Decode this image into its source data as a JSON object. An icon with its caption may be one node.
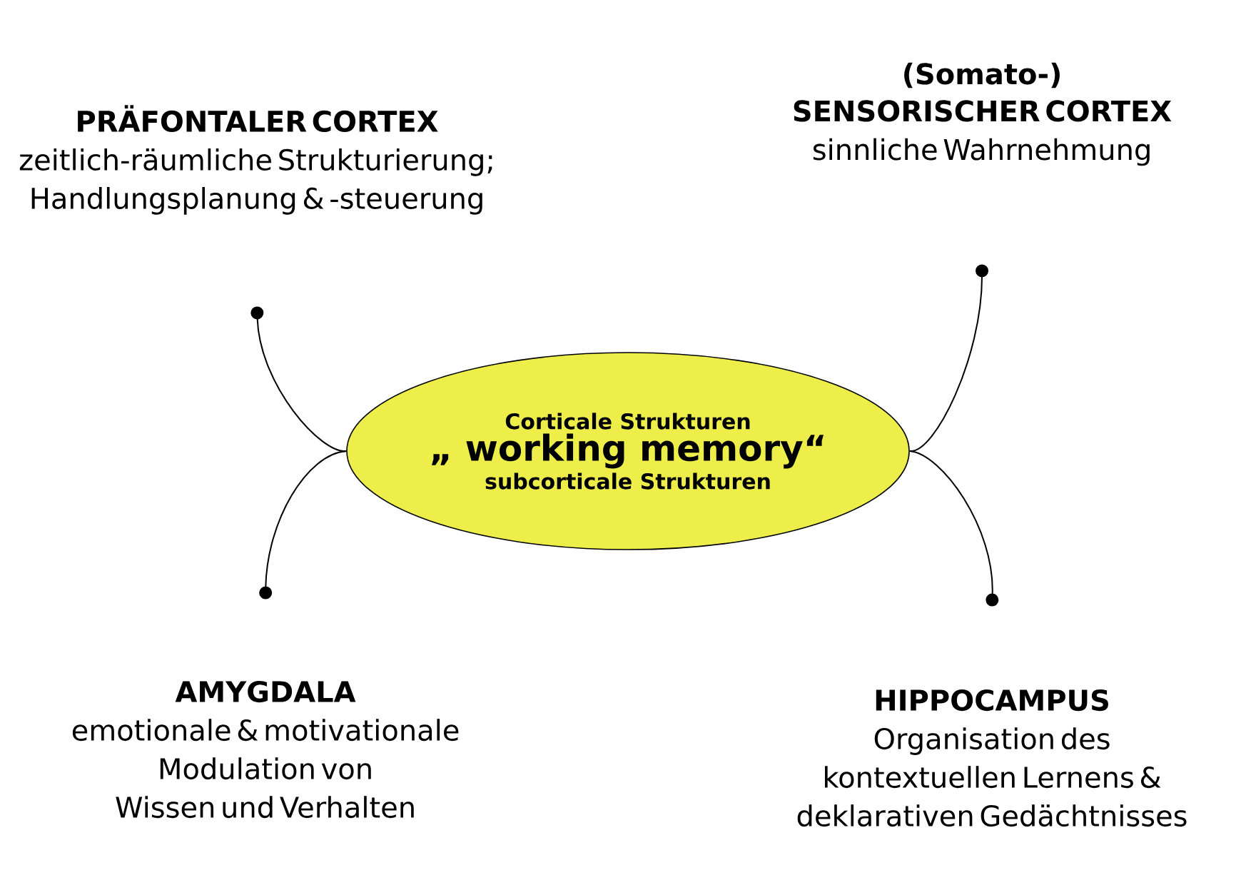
{
  "diagram": {
    "nodes": [
      {
        "text": [
          "Corticale Strukturen",
          "„ working memory“",
          "subcorticale Strukturen"
        ]
      },
      {
        "text": [
          "PRÄFONTALER CORTEX",
          "zeitlich-räumliche Strukturierung; Handlungsplanung & -steuerung"
        ]
      },
      {
        "text": [
          "(Somato-) SENSORISCHER CORTEX",
          "sinnliche Wahrnehmung"
        ]
      },
      {
        "text": [
          "AMYGDALA",
          "emotionale & motivationale Modulation von Wissen und Verhalten"
        ]
      },
      {
        "text": [
          "HIPPOCAMPUS",
          "Organisation des kontextuellen Lernens & deklarativen Gedächtnisses"
        ]
      }
    ],
    "edges": [
      {
        "from": 0,
        "to": 1,
        "arrow": "other"
      },
      {
        "from": 0,
        "to": 2,
        "arrow": "other"
      },
      {
        "from": 0,
        "to": 3,
        "arrow": "other"
      },
      {
        "from": 0,
        "to": 4,
        "arrow": "other"
      }
    ]
  }
}
